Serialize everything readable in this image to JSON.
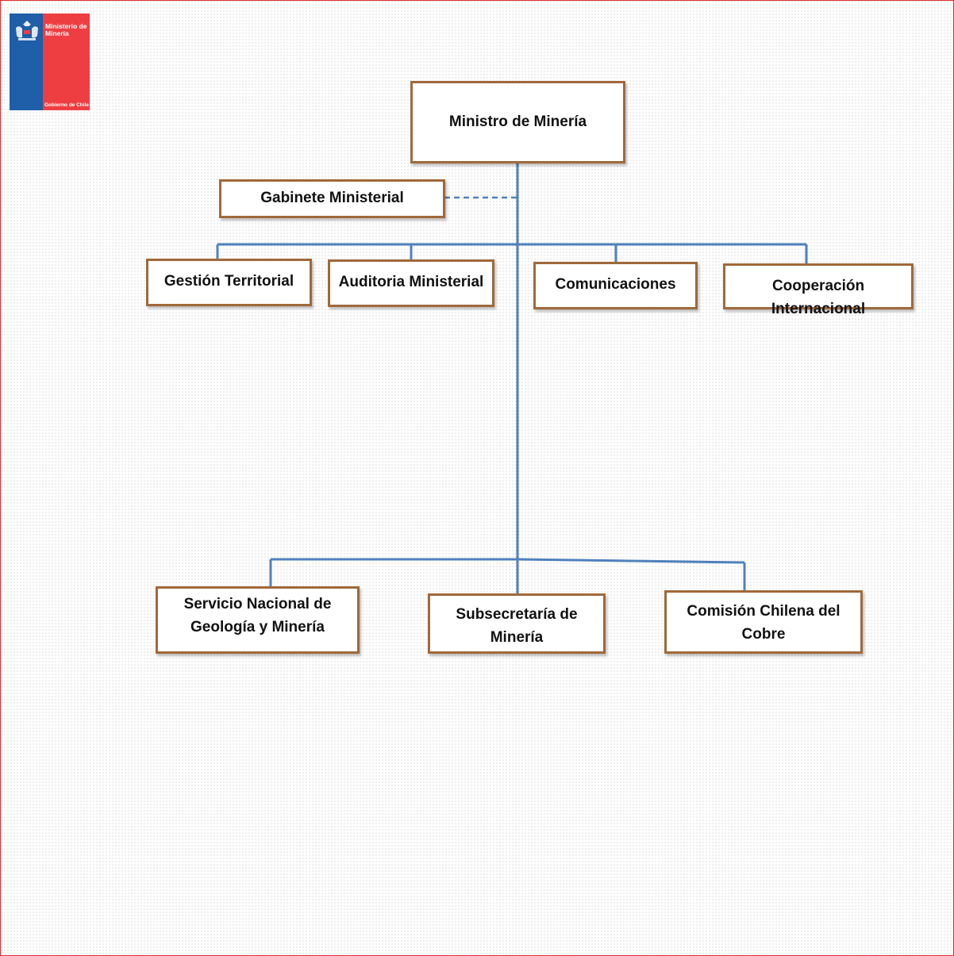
{
  "logo": {
    "ministry_name": "Ministerio de\nMinería",
    "government": "Gobierno de Chile",
    "crest_icon": "chile-coat-of-arms-icon",
    "colors": {
      "blue": "#1f5ea8",
      "red": "#ef3e42"
    }
  },
  "org_chart": {
    "root": "Ministro de Minería",
    "advisory": "Gabinete Ministerial",
    "staff_units": [
      "Gestión Territorial",
      "Auditoria Ministerial",
      "Comunicaciones",
      "Cooperación Internacional"
    ],
    "dependent_services": [
      "Servicio Nacional de Geología y Minería",
      "Subsecretaría de Minería",
      "Comisión Chilena del Cobre"
    ]
  },
  "colors": {
    "box_border": "#a0693a",
    "connector": "#4f81bd",
    "frame": "#e02a2a"
  }
}
